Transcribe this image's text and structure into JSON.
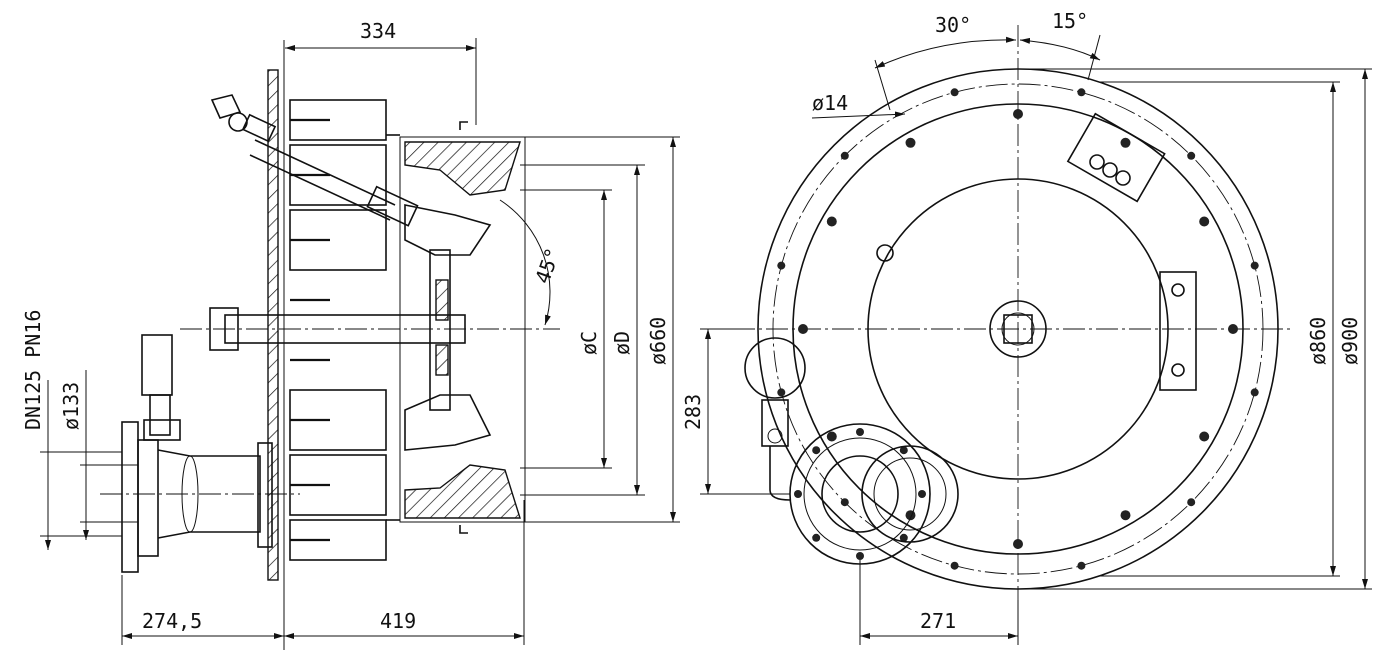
{
  "dimensions": {
    "d334": "334",
    "d274_5": "274,5",
    "d419": "419",
    "d271": "271",
    "d283": "283",
    "dn": "DN125 PN16",
    "d133": "ø133",
    "dC": "øC",
    "dD": "øD",
    "d660": "ø660",
    "d860": "ø860",
    "d900": "ø900",
    "d14": "ø14",
    "a30": "30°",
    "a15": "15°",
    "a45": "45°"
  }
}
